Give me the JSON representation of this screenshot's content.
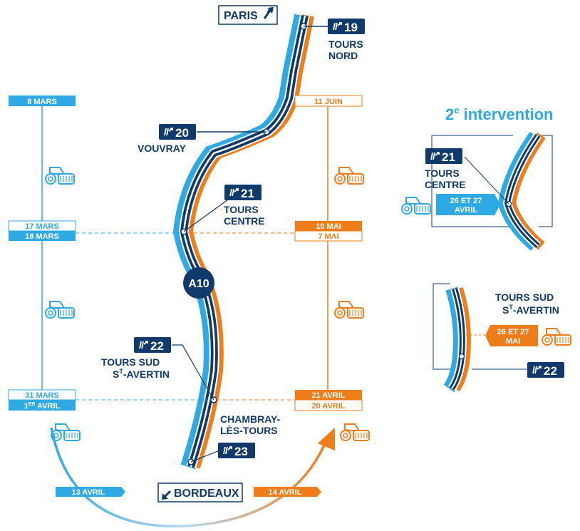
{
  "colors": {
    "navy": "#0f3a6b",
    "blue": "#2fa9e4",
    "orange": "#ef7d1a",
    "white": "#ffffff"
  },
  "header": {
    "paris": "PARIS",
    "bordeaux": "BORDEAUX"
  },
  "motorway": {
    "name": "A10"
  },
  "exits": {
    "e19": {
      "number": "19",
      "name_line1": "TOURS",
      "name_line2": "NORD"
    },
    "e20": {
      "number": "20",
      "name_line1": "VOUVRAY"
    },
    "e21": {
      "number": "21",
      "name_line1": "TOURS",
      "name_line2": "CENTRE"
    },
    "e22": {
      "number": "22",
      "name_line1": "TOURS SUD",
      "name_line2_pre": "S",
      "name_line2_sup": "T",
      "name_line2_post": "-AVERTIN"
    },
    "e23": {
      "number": "23",
      "name_line1": "CHAMBRAY-",
      "name_line2": "LÈS-TOURS"
    }
  },
  "timeline_blue": {
    "d1": "8 MARS",
    "d2": "17 MARS",
    "d3": "18 MARS",
    "d4": "31 MARS",
    "d5_pre": "1",
    "d5_sup": "ER",
    "d5_post": " AVRIL",
    "d6": "13 AVRIL"
  },
  "timeline_orange": {
    "d1": "11 JUIN",
    "d2": "10 MAI",
    "d3": "7 MAI",
    "d4": "21 AVRIL",
    "d5": "20 AVRIL",
    "d6": "14 AVRIL"
  },
  "second": {
    "title_num": "2",
    "title_sup": "e",
    "title_rest": " intervention",
    "exit21_number": "21",
    "exit21_line1": "TOURS",
    "exit21_line2": "CENTRE",
    "date_blue_l1": "26 ET 27",
    "date_blue_l2": "AVRIL",
    "exit22_line1": "TOURS SUD",
    "exit22_line2_pre": "S",
    "exit22_line2_sup": "T",
    "exit22_line2_post": "-AVERTIN",
    "date_orange_l1": "26 ET 27",
    "date_orange_l2": "MAI",
    "exit22_number": "22"
  },
  "icons": {
    "exit": "exit-arrow-icon",
    "roller": "road-roller-icon",
    "arrow": "direction-arrow-icon"
  }
}
